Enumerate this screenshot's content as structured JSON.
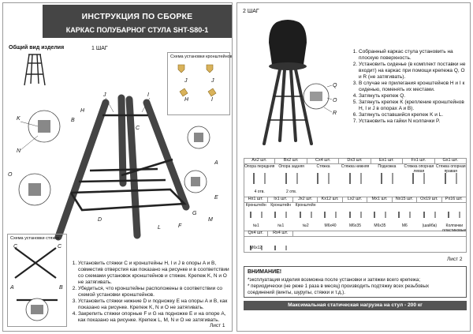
{
  "page1": {
    "title_line1": "ИНСТРУКЦИЯ ПО СБОРКЕ",
    "title_line2": "КАРКАС ПОЛУБАРНОГ СТУЛА SHT-S80-1",
    "general_view": "Общий вид изделия",
    "step_label": "1 ШАГ",
    "bracket_scheme_title": "Схема установки кронштейнов",
    "tie_scheme_title": "Схема установки стяжек",
    "steps": [
      "Установить стяжки С и кронштейны H, I и J в опоры A и B, совместив отверстия как показано на рисунке и в соответствии со схемами установок кронштейнов и стяжек. Крепеж K, N и O не затягивать.",
      "Убедиться, что кронштейны расположены в соответствии со схемой установки кронштейнов.",
      "Установить стяжки нижние D и подножку E на опоры A и B, как показано на рисунке. Крепеж K, N и O не затягивать.",
      "Закрепить стяжки опорные F и G на подножке E и на опоре A, как показано на рисунке. Крепеж L, M, N и O не затягивать."
    ],
    "sheet": "Лист 1",
    "callouts": [
      "J",
      "I",
      "H",
      "A",
      "B",
      "K",
      "N",
      "O",
      "C",
      "D",
      "E",
      "F",
      "G",
      "L",
      "M"
    ]
  },
  "page2": {
    "step_label": "2 ШАГ",
    "steps": [
      "Собранный каркас стула установить на плоскую поверхность.",
      "Установить сиденье (в комплект поставки не входит) на каркас при помощи крепежа Q, O и R (не затягивать).",
      "В случае не прилегания кронштейнов H и I к сиденью, поменять их местами.",
      "Затянуть крепеж Q.",
      "Затянуть крепеж K (крепление кронштейнов H, I и J в опорах A и B).",
      "Затянуть оставшийся крепеж K и L.",
      "Установить на гайки N колпачки P."
    ],
    "callouts": [
      "Q",
      "O",
      "R"
    ],
    "parts_top": [
      {
        "code": "Ax2 шт.",
        "name": "Опора передняя",
        "sub": "4 отв."
      },
      {
        "code": "Bx2 шт.",
        "name": "Опора задняя",
        "sub": "2 отв."
      },
      {
        "code": "Cx4 шт.",
        "name": "Стяжка",
        "sub": ""
      },
      {
        "code": "Dx3 шт.",
        "name": "Стяжка нижняя",
        "sub": ""
      },
      {
        "code": "Ex1 шт.",
        "name": "Подножка",
        "sub": ""
      },
      {
        "code": "Fx1 шт.",
        "name": "Стяжка опорная левая",
        "sub": ""
      },
      {
        "code": "Gx1 шт.",
        "name": "Стяжка опорная правая",
        "sub": ""
      }
    ],
    "parts_mid": [
      {
        "code": "Hx1 шт.",
        "name": "Кронштейн",
        "sub": "№1"
      },
      {
        "code": "Ix1 шт.",
        "name": "Кронштейн",
        "sub": "№1"
      },
      {
        "code": "Jx2 шт.",
        "name": "Кронштейн",
        "sub": "№2"
      },
      {
        "code": "Kx12 шт.",
        "name": "",
        "sub": "M6x40"
      },
      {
        "code": "Lx2 шт.",
        "name": "",
        "sub": "M6x35"
      },
      {
        "code": "Mx1 шт.",
        "name": "",
        "sub": "M6x35"
      },
      {
        "code": "Nx15 шт.",
        "name": "",
        "sub": "M6"
      },
      {
        "code": "Ox19 шт.",
        "name": "",
        "sub": "(шайба)"
      },
      {
        "code": "Px16 шт.",
        "name": "",
        "sub": "Колпачки пластиковые"
      }
    ],
    "parts_bottom": [
      {
        "code": "Qx4 шт.",
        "sub": "M6x12"
      },
      {
        "code": "Rx4 шт.",
        "sub": ""
      }
    ],
    "sheet": "Лист 2",
    "attention_title": "ВНИМАНИЕ!",
    "attention_line1": "*эксплуатация изделия возможна после установки и затяжки всего крепежа;",
    "attention_line2": "* периодически (не реже 1 раза в месяц) производить подтяжку всех резьбовых",
    "attention_line3": "соединений (винты, шурупы, стяжки и т.д.).",
    "max_load": "Максимальная статическая нагрузка на стул - 200 кг"
  }
}
